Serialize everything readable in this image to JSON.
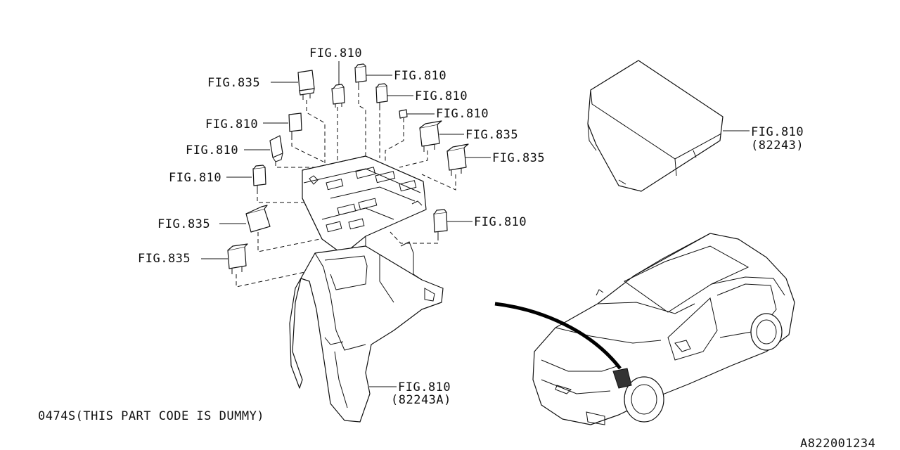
{
  "callouts": [
    {
      "id": "c1",
      "text": "FIG.810"
    },
    {
      "id": "c2",
      "text": "FIG.810"
    },
    {
      "id": "c3",
      "text": "FIG.835"
    },
    {
      "id": "c4",
      "text": "FIG.810"
    },
    {
      "id": "c5",
      "text": "FIG.810"
    },
    {
      "id": "c6",
      "text": "FIG.810"
    },
    {
      "id": "c7",
      "text": "FIG.835"
    },
    {
      "id": "c8",
      "text": "FIG.810"
    },
    {
      "id": "c9",
      "text": "FIG.835"
    },
    {
      "id": "c10",
      "text": "FIG.810"
    },
    {
      "id": "c11",
      "text": "FIG.835"
    },
    {
      "id": "c12",
      "text": "FIG.810"
    },
    {
      "id": "c13",
      "text": "FIG.835"
    },
    {
      "id": "c14",
      "text": "FIG.810",
      "sub": "(82243)"
    },
    {
      "id": "c15",
      "text": "FIG.810",
      "sub": "(82243A)"
    }
  ],
  "footnote": "0474S(THIS PART CODE IS DUMMY)",
  "diagram_id": "A822001234"
}
